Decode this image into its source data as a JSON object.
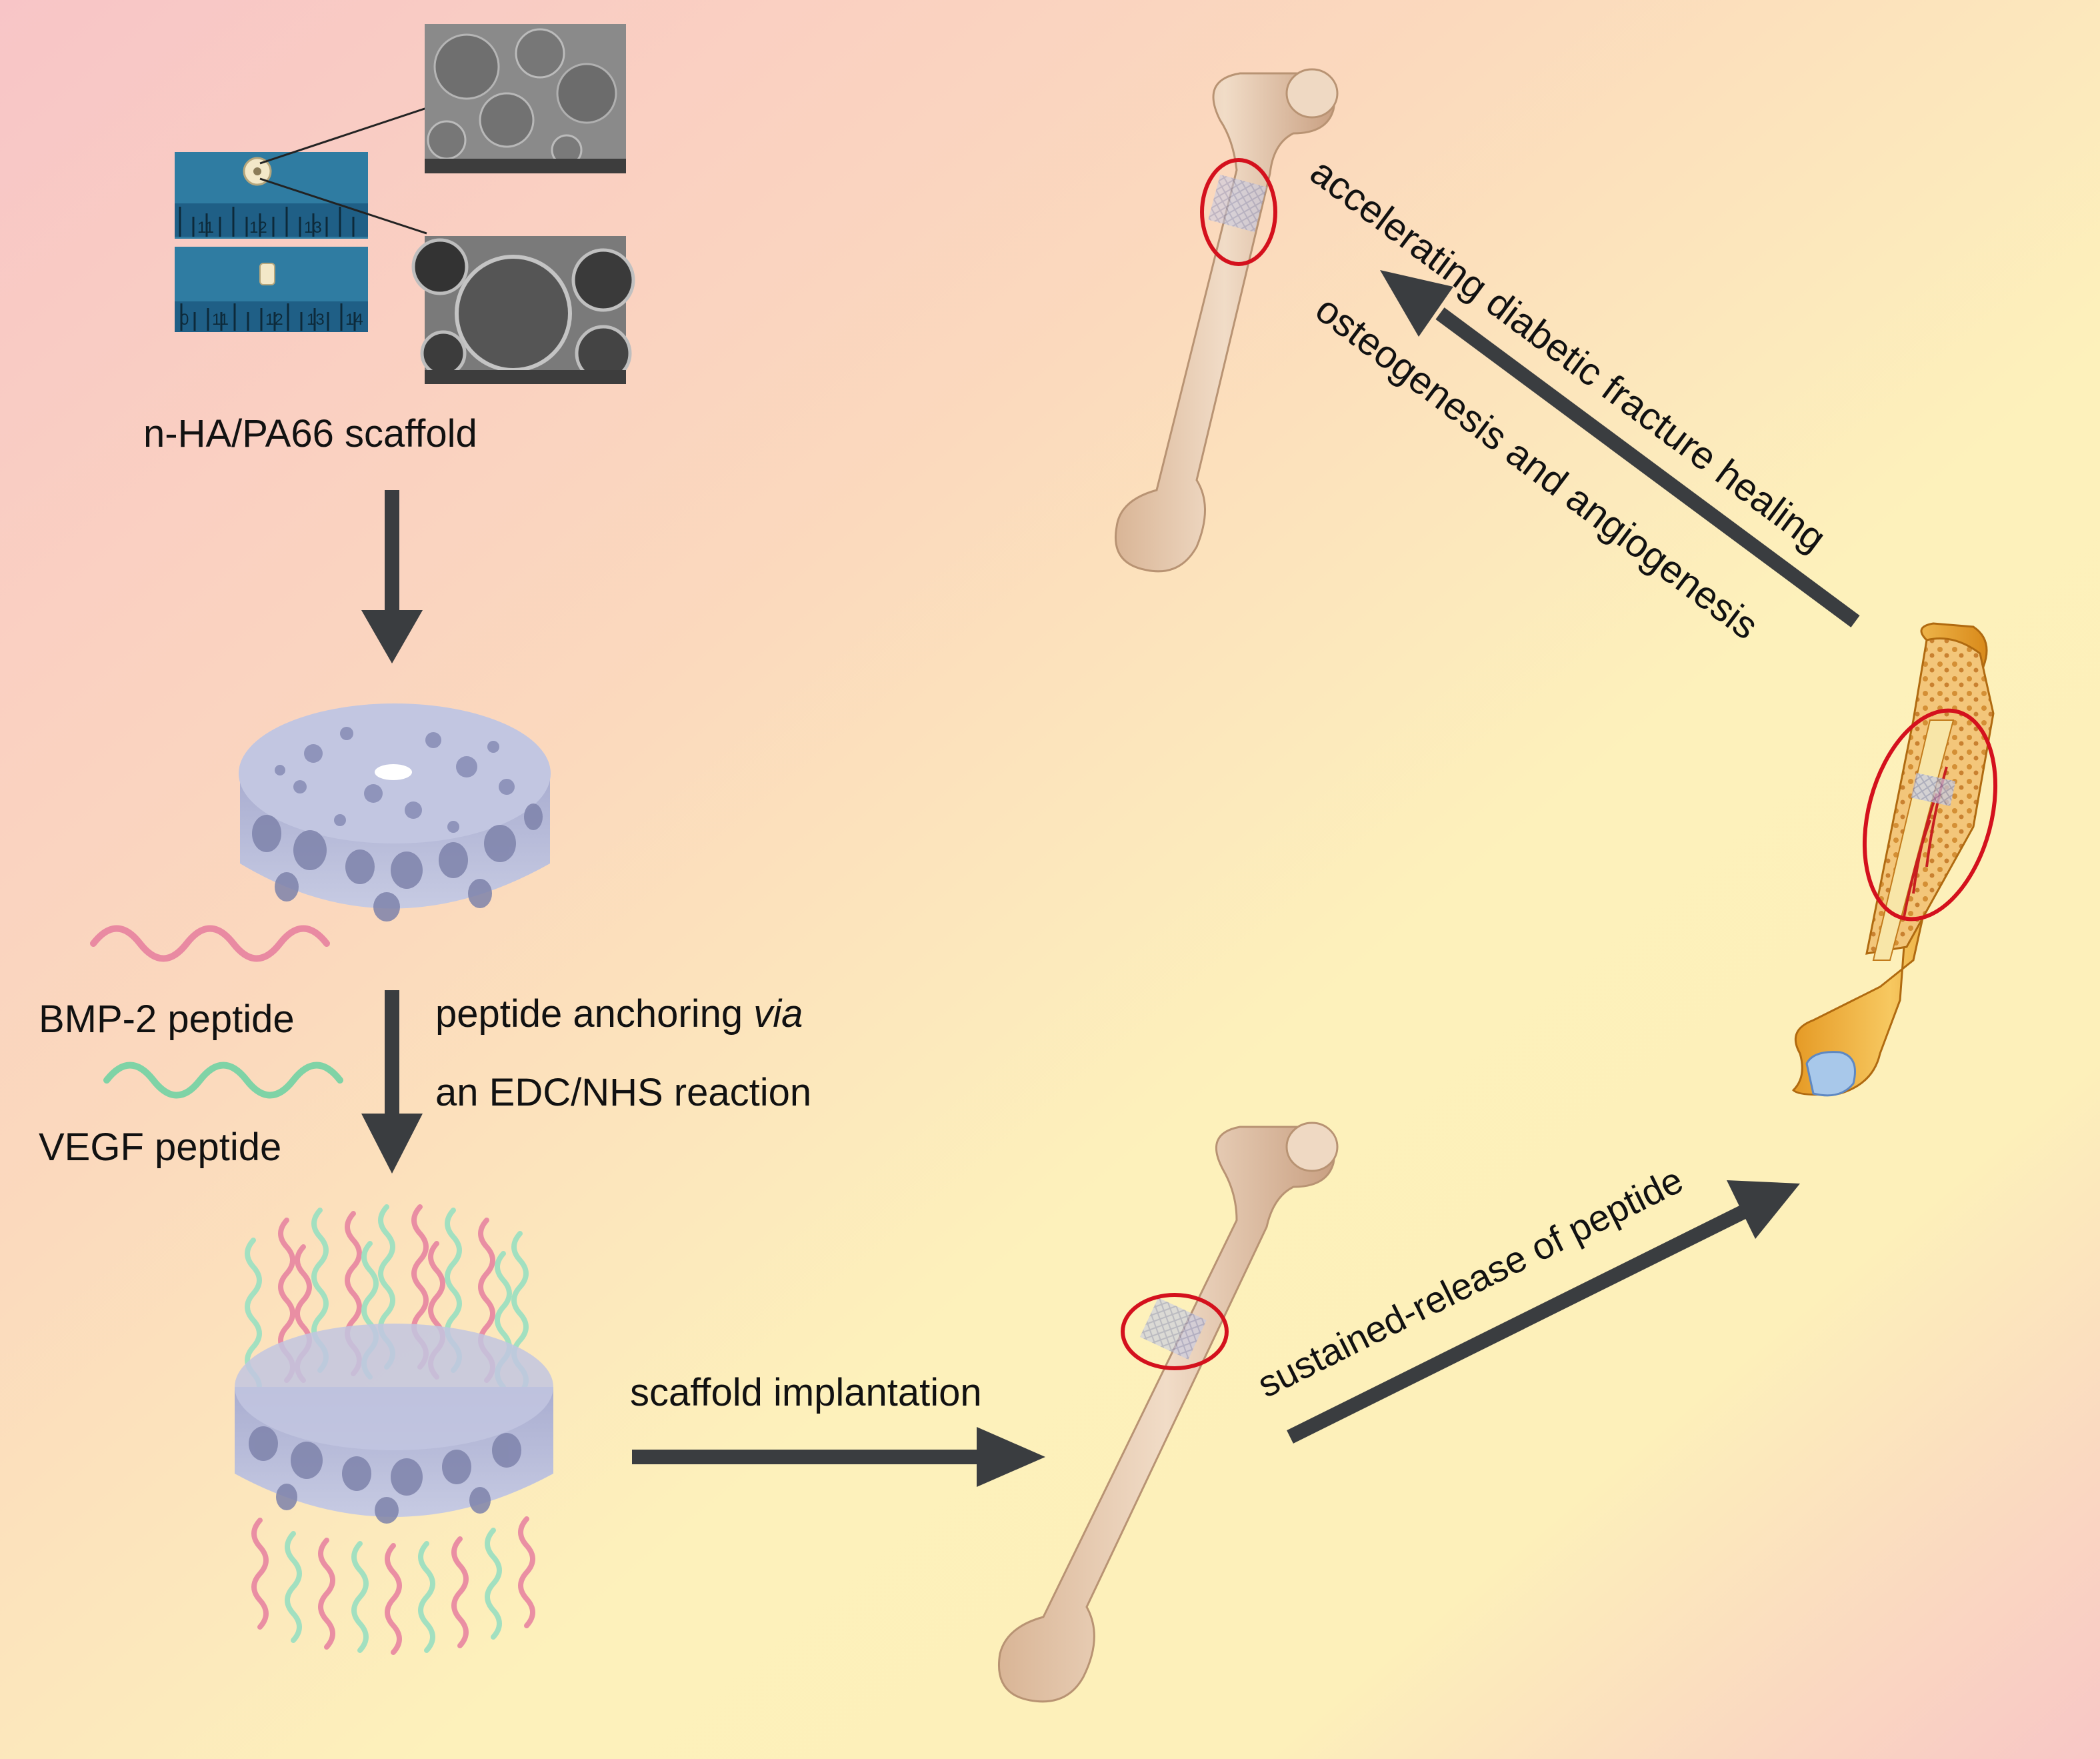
{
  "colors": {
    "bg_pink": "#f7c6c6",
    "bg_yellow": "#fdf3bb",
    "arrow": "#3a3d40",
    "scaffold": "#b4b9d6",
    "bmp2_peptide": "#e98aa2",
    "vegf_peptide": "#7fd3a6",
    "bone": "#e8c9ae",
    "marker_ring": "#d4111d"
  },
  "labels": {
    "scaffold_name": "n-HA/PA66 scaffold",
    "bmp2_peptide": "BMP-2 peptide",
    "vegf_peptide": "VEGF peptide",
    "anchoring_line1": "peptide anchoring ",
    "anchoring_via": "via",
    "anchoring_line2": "an EDC/NHS reaction",
    "implantation": "scaffold implantation",
    "release": "sustained-release of peptide",
    "osteo": "osteogenesis and angiogenesis",
    "healing": "accelerating diabetic fracture healing"
  },
  "photos": {
    "ruler_top_ticks": [
      "11",
      "12",
      "13"
    ],
    "ruler_bottom_ticks": [
      "0",
      "11",
      "12",
      "13",
      "14"
    ]
  }
}
